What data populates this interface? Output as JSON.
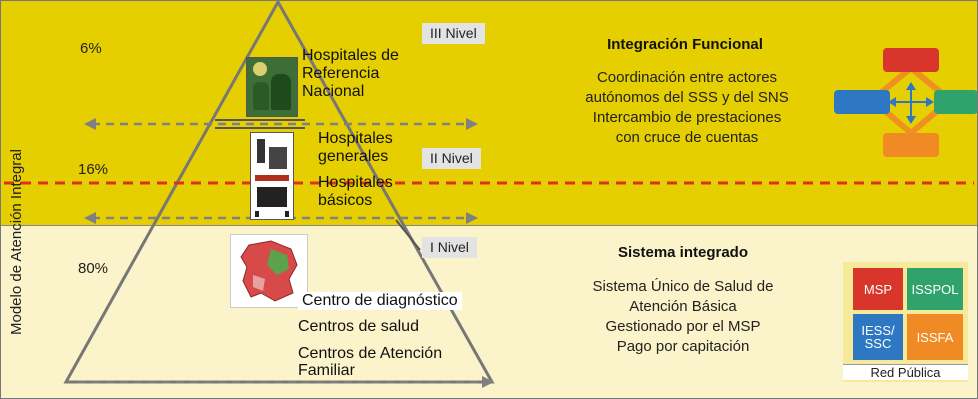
{
  "side_label": "Modelo de Atención Integral",
  "percentages": {
    "top": "6%",
    "middle": "16%",
    "bottom": "80%"
  },
  "levels": {
    "iii": "III Nivel",
    "ii": "II Nivel",
    "i": "I Nivel"
  },
  "pyramid": {
    "top_lines": [
      "Hospitales de",
      "Referencia",
      "Nacional"
    ],
    "mid_lines": [
      "Hospitales",
      "generales"
    ],
    "basic_lines": [
      "Hospitales",
      "básicos"
    ],
    "bottom_items": [
      "Centro de diagnóstico",
      "Centros de salud",
      "Centros de Atención",
      "Familiar"
    ]
  },
  "upper_section": {
    "heading": "Integración Funcional",
    "lines": [
      "Coordinación entre actores",
      "autónomos del SSS y del SNS",
      "Intercambio de prestaciones",
      "con cruce de cuentas"
    ]
  },
  "lower_section": {
    "heading": "Sistema integrado",
    "lines": [
      "Sistema Único de Salud de",
      "Atención Básica",
      "Gestionado por el MSP",
      "Pago por capitación"
    ]
  },
  "network_grid": {
    "cells": [
      {
        "label": "MSP",
        "color": "#d9362b"
      },
      {
        "label": "ISSPOL",
        "color": "#2fa36b"
      },
      {
        "label": "IESS/\nSSC",
        "color": "#2e78c3"
      },
      {
        "label": "ISSFA",
        "color": "#f08a24"
      }
    ],
    "caption": "Red Pública"
  },
  "colors": {
    "top_band": "#e6cf00",
    "bottom_band": "#fbf3c9",
    "dashed_red": "#e03020",
    "dashed_gray": "#808080",
    "network_top": "#d9362b",
    "network_left": "#2e78c3",
    "network_right": "#2fa36b",
    "network_bottom": "#f08a24"
  },
  "icons": [
    "hospital-photo-icon",
    "hospital-bed-icon",
    "map-icon",
    "network-icon"
  ]
}
